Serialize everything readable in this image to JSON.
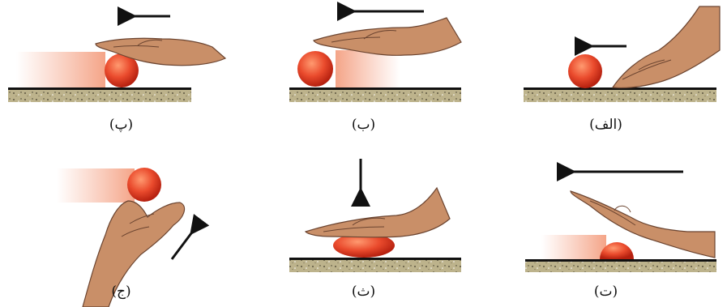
{
  "panels": [
    {
      "id": "alef",
      "caption": "(الف)"
    },
    {
      "id": "be",
      "caption": "(ب)"
    },
    {
      "id": "pe",
      "caption": "(پ)"
    },
    {
      "id": "te",
      "caption": "(ت)"
    },
    {
      "id": "se",
      "caption": "(ث)"
    },
    {
      "id": "jim",
      "caption": "(ج)"
    }
  ],
  "colors": {
    "ball": "#e8452b",
    "ball_highlight": "#ff9a70",
    "skin": "#c98f68",
    "skin_shadow": "#8a5a3c",
    "motion_trail": "#f7b39a",
    "ground": "#b9b08a",
    "ground_line": "#111111",
    "arrow": "#111111"
  },
  "icons": [
    "ball",
    "hand",
    "arrow",
    "ground"
  ]
}
